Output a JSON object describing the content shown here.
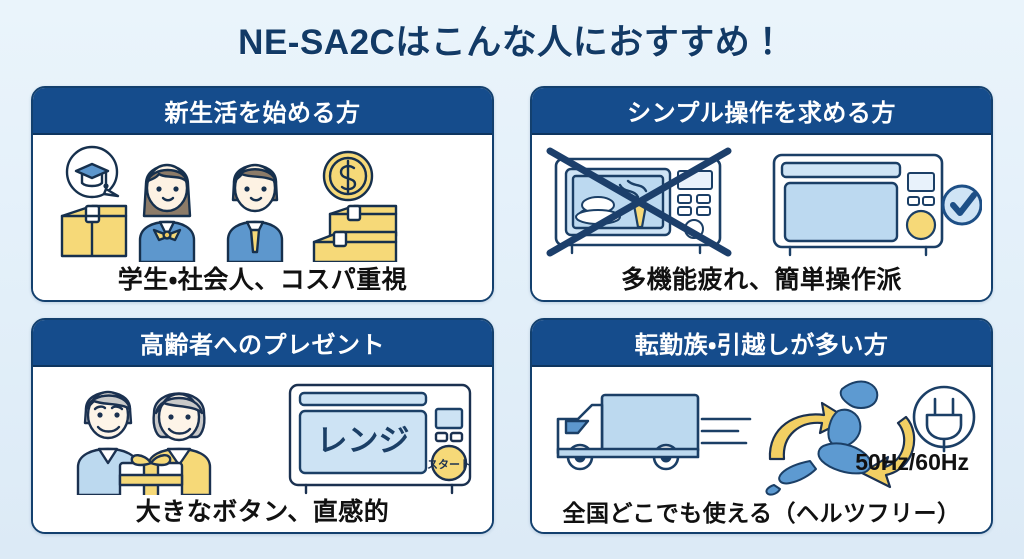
{
  "page": {
    "title": "NE-SA2Cはこんな人におすすめ！",
    "background_color": "#e4f0f9",
    "accent_navy": "#154c8c",
    "accent_yellow": "#f5d264",
    "accent_blue": "#7fb3dd"
  },
  "cards": [
    {
      "id": "new-life",
      "header": "新生活を始める方",
      "caption": "学生・社会人、コスパ重視",
      "illustration": {
        "name": "students-workers-boxes-coin",
        "elements": [
          "graduation-cap-speech-bubble",
          "cardboard-box",
          "female-student-avatar",
          "male-worker-avatar",
          "dollar-coin",
          "stacked-boxes"
        ]
      }
    },
    {
      "id": "simple-operation",
      "header": "シンプル操作を求める方",
      "caption": "多機能疲れ、簡単操作派",
      "illustration": {
        "name": "complex-microwave-crossed-simple-microwave-check",
        "elements": [
          "complex-microwave-crossed-out",
          "simple-microwave",
          "check-circle"
        ]
      }
    },
    {
      "id": "gift-for-elderly",
      "header": "高齢者へのプレゼント",
      "caption": "大きなボタン、直感的",
      "illustration": {
        "name": "elderly-couple-gift-microwave",
        "elements": [
          "elderly-man-avatar",
          "elderly-woman-avatar",
          "gift-box",
          "microwave-big-buttons"
        ],
        "microwave_door_label": "レンジ",
        "microwave_knob_label": "スタート"
      }
    },
    {
      "id": "frequent-movers",
      "header": "転勤族・引越しが多い方",
      "caption": "全国どこでも使える（ヘルツフリー）",
      "hz_label": "50Hz/60Hz",
      "illustration": {
        "name": "moving-truck-japan-map-plug",
        "elements": [
          "moving-truck",
          "japan-map",
          "yellow-arrows",
          "power-plug-circle"
        ]
      }
    }
  ]
}
